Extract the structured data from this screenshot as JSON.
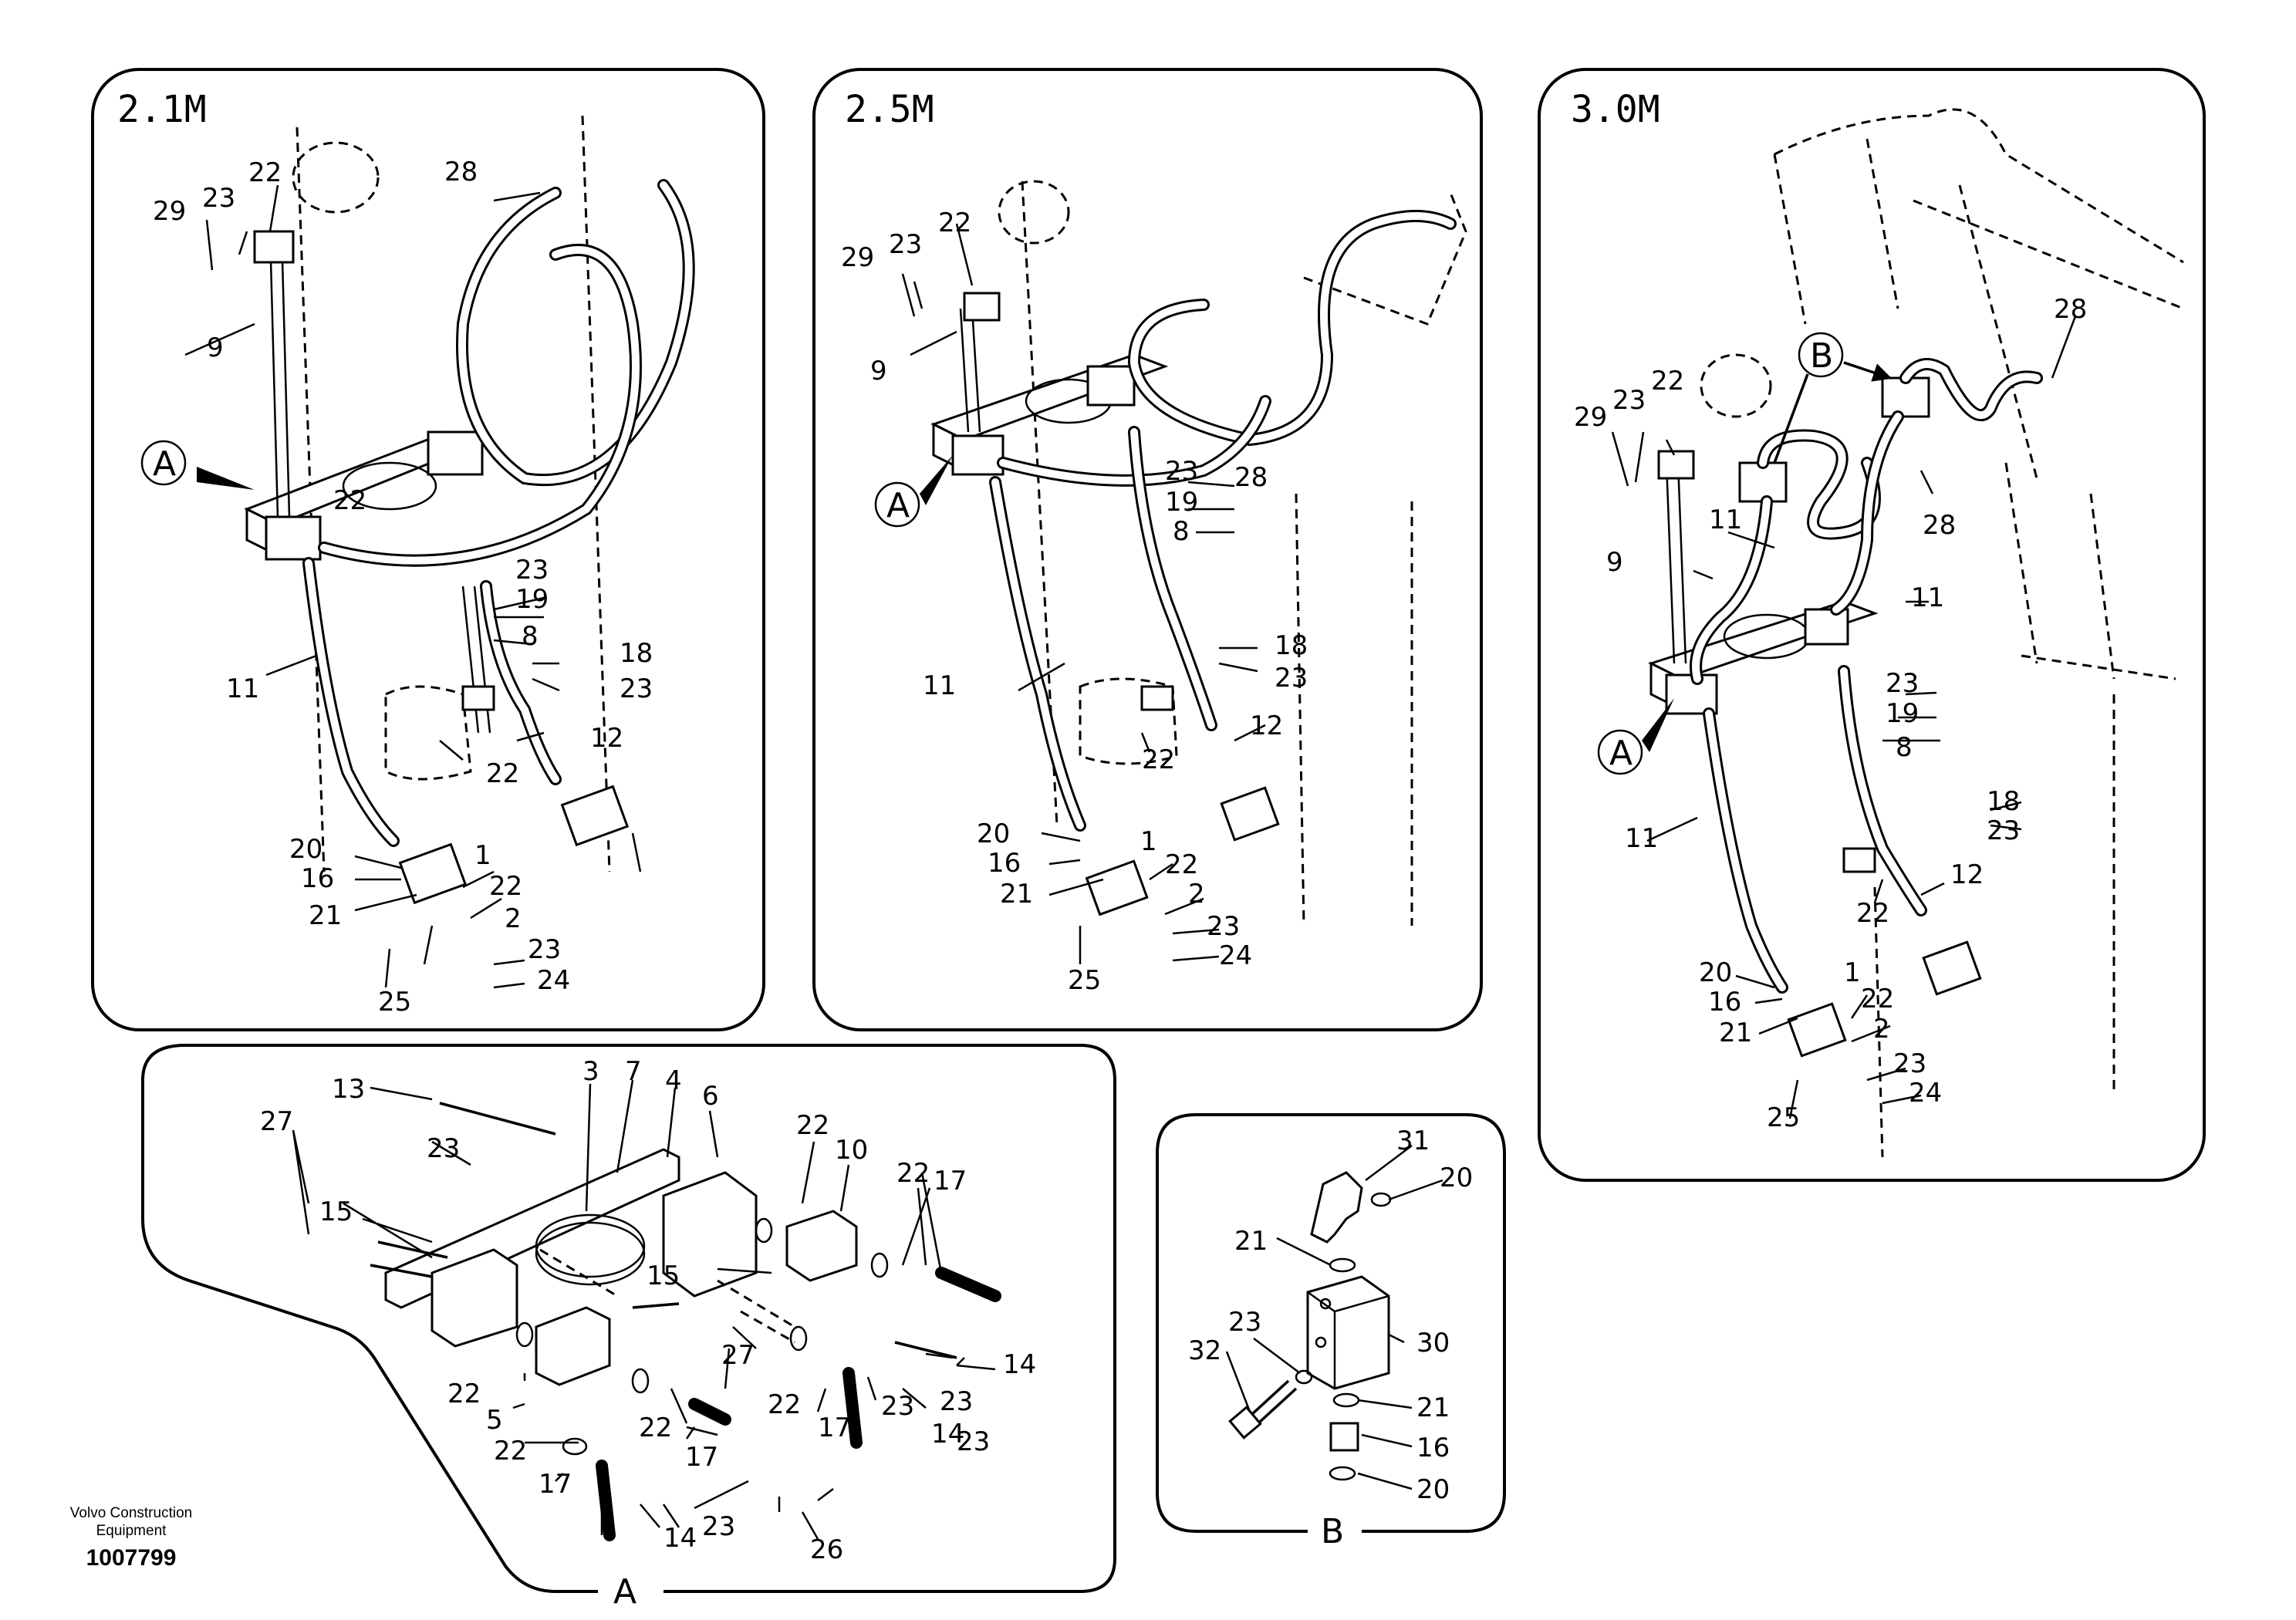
{
  "panels": {
    "p21": {
      "title": "2.1M"
    },
    "p25": {
      "title": "2.5M"
    },
    "p30": {
      "title": "3.0M"
    },
    "detail_a": {
      "label": "A"
    },
    "detail_b": {
      "label": "B"
    }
  },
  "callouts": {
    "a": "A",
    "b": "B"
  },
  "footer": {
    "brand": "Volvo Construction Equipment",
    "drawing_no": "1007799"
  },
  "part_numbers": {
    "p21": [
      "29",
      "23",
      "22",
      "28",
      "9",
      "22",
      "23",
      "19",
      "8",
      "18",
      "23",
      "11",
      "12",
      "22",
      "20",
      "16",
      "1",
      "21",
      "22",
      "2",
      "23",
      "24",
      "25"
    ],
    "p25": [
      "29",
      "23",
      "22",
      "9",
      "28",
      "23",
      "19",
      "8",
      "18",
      "23",
      "11",
      "12",
      "22",
      "20",
      "16",
      "1",
      "21",
      "22",
      "2",
      "23",
      "24",
      "25"
    ],
    "p30": [
      "28",
      "29",
      "23",
      "22",
      "11",
      "28",
      "9",
      "11",
      "23",
      "19",
      "8",
      "18",
      "23",
      "11",
      "12",
      "22",
      "20",
      "1",
      "16",
      "22",
      "21",
      "2",
      "23",
      "24",
      "25"
    ],
    "detail_a": [
      "13",
      "3",
      "7",
      "4",
      "6",
      "27",
      "23",
      "22",
      "10",
      "22",
      "17",
      "15",
      "15",
      "27",
      "14",
      "22",
      "5",
      "22",
      "22",
      "23",
      "22",
      "17",
      "23",
      "17",
      "14",
      "23",
      "14",
      "17",
      "23",
      "26"
    ],
    "detail_b": [
      "31",
      "20",
      "21",
      "32",
      "23",
      "30",
      "21",
      "16",
      "20"
    ]
  },
  "colors": {
    "ink": "#000000",
    "paper": "#ffffff"
  },
  "icons": [
    "callout-circle-a",
    "callout-circle-b",
    "leader-arrow"
  ]
}
